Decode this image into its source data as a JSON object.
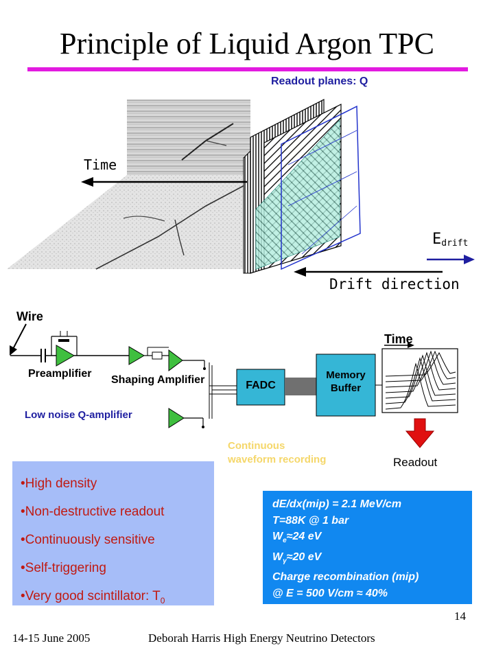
{
  "slide": {
    "title": "Principle of Liquid Argon TPC",
    "accent_color": "#e21ae0"
  },
  "tpc_diagram": {
    "readout_planes_label": "Readout planes: Q",
    "time_label": "Time",
    "drift_direction_label": "Drift direction",
    "efield_main": "E",
    "efield_sub": "drift"
  },
  "readout_chain": {
    "wire_label": "Wire",
    "preamplifier_label": "Preamplifier",
    "shaping_amplifier_label": "Shaping Amplifier",
    "fadc_label": "FADC",
    "memory_buffer_line1": "Memory",
    "memory_buffer_line2": "Buffer",
    "time_label": "Time",
    "readout_label": "Readout",
    "low_noise_label": "Low noise Q-amplifier",
    "continuous_line1": "Continuous",
    "continuous_line2": "waveform recording",
    "colors": {
      "amplifier": "#3fbf3f",
      "module": "#35b6d6",
      "arrow": "#e01010"
    }
  },
  "features": {
    "items": [
      "•High density",
      "•Non-destructive readout",
      "•Continuously sensitive",
      "•Self-triggering"
    ],
    "last_item_text": "•Very good scintillator: T",
    "last_item_sub": "0",
    "text_color": "#c01a12",
    "box_color": "#a6bdf8"
  },
  "parameters": {
    "line1": "dE/dx(mip) = 2.1 MeV/cm",
    "line2": "T=88K  @ 1 bar",
    "we_main": "W",
    "we_sub": "e",
    "we_value": "≈24 eV",
    "wg_main": "W",
    "wg_sub": "γ",
    "wg_value": "≈20 eV",
    "line5": "Charge recombination (mip)",
    "line6": "@ E = 500 V/cm ≈ 40%",
    "box_color": "#1188f0"
  },
  "footer": {
    "date": "14-15 June 2005",
    "author": "Deborah Harris  High Energy Neutrino Detectors",
    "page": "14"
  }
}
